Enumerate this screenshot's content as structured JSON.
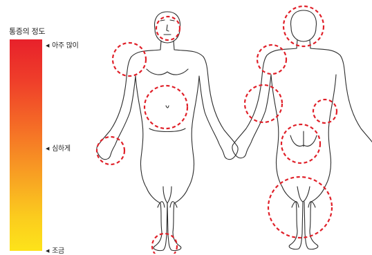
{
  "pain_scale": {
    "title": "통증의 정도",
    "levels": [
      {
        "id": "high",
        "label": "아주 많이"
      },
      {
        "id": "mid",
        "label": "심하게"
      },
      {
        "id": "low",
        "label": "조금"
      }
    ],
    "gradient_colors": [
      "#e8212b",
      "#ef3f2a",
      "#f56e26",
      "#f8a223",
      "#fbcc1e",
      "#fde31a"
    ]
  },
  "figures": {
    "front": {
      "view": "front"
    },
    "back": {
      "view": "back"
    }
  },
  "pain_zones": {
    "color": "#e02029",
    "front": [
      "head",
      "shoulder",
      "abdomen",
      "hand",
      "foot"
    ],
    "back": [
      "head",
      "shoulder",
      "elbow-left",
      "elbow-right",
      "lower-back",
      "legs"
    ]
  }
}
